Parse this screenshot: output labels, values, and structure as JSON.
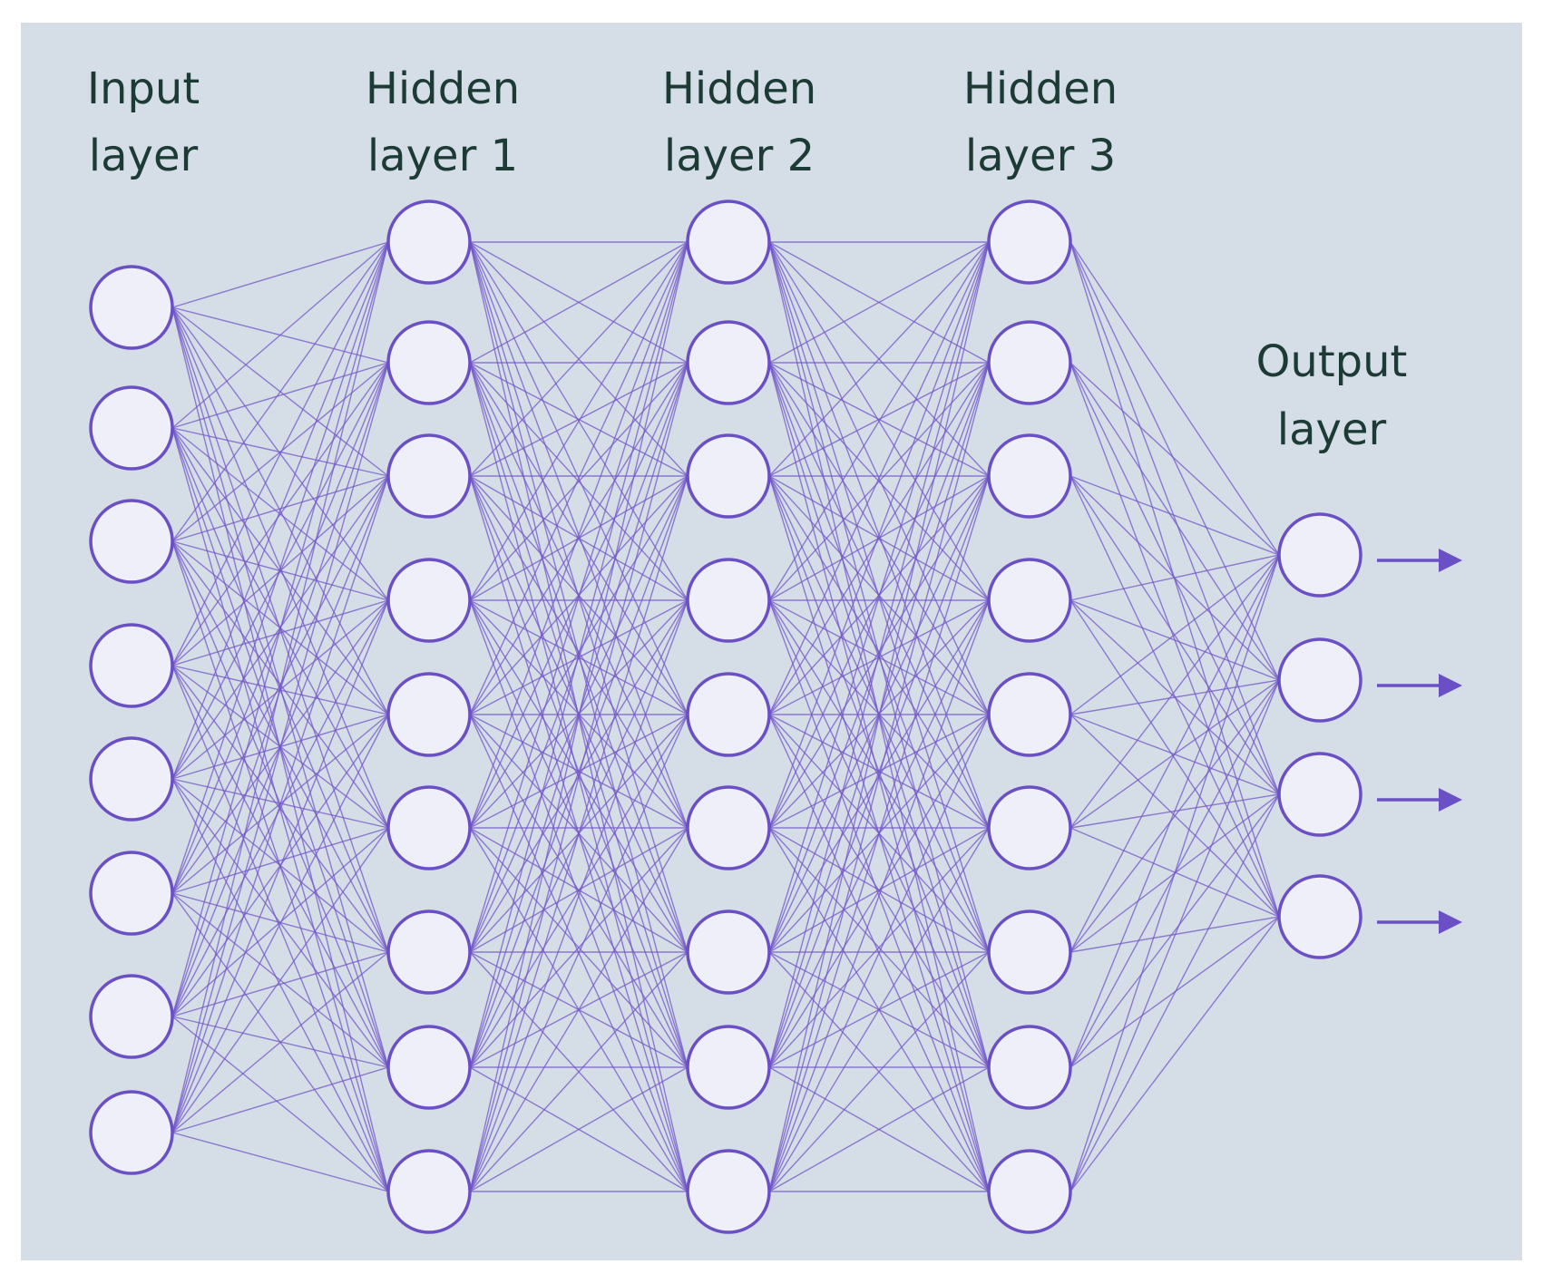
{
  "diagram": {
    "title": "",
    "colors": {
      "background": "#d5dee7",
      "edge": "#7257c8",
      "node_fill": "#efeffa",
      "node_stroke": "#6b4fc5",
      "label": "#1d3b35"
    },
    "layers": [
      {
        "id": "input",
        "label_line1": "Input",
        "label_line2": "layer",
        "neurons": 8
      },
      {
        "id": "hidden1",
        "label_line1": "Hidden",
        "label_line2": "layer 1",
        "neurons": 9
      },
      {
        "id": "hidden2",
        "label_line1": "Hidden",
        "label_line2": "layer 2",
        "neurons": 9
      },
      {
        "id": "hidden3",
        "label_line1": "Hidden",
        "label_line2": "layer 3",
        "neurons": 9
      },
      {
        "id": "output",
        "label_line1": "Output",
        "label_line2": "layer",
        "neurons": 4,
        "has_output_arrows": true
      }
    ],
    "connectivity": "fully-connected"
  }
}
